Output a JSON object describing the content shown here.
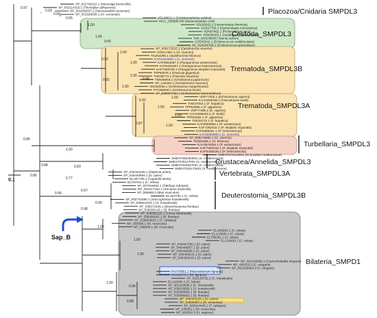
{
  "groups": {
    "placozoa": "Placozoa/Cnidaria SMPDL3",
    "cestoda": "Cestoda_SMPDL3",
    "trematoda_b": "Trematoda_SMPDL3B",
    "trematoda_a": "Trematoda_SMPDL3A",
    "turbellaria": "Turbellaria_SMPDL3",
    "crustacea": "Crustacea/Annelida_SMPDL3",
    "vertebrata": "Vertebrata_SMPDL3A",
    "deuterostomia": "Deuterostomia_SMPDL3B",
    "bilateria": "Bilateria_SMPD1"
  },
  "scale_label": "0.1",
  "sap_b_label": "Sap_B",
  "colors": {
    "cestoda_box": "#cfe8c8",
    "trematoda_b_box": "#fbe4b2",
    "trematoda_a_box": "#fbe4b2",
    "turbellaria_box": "#f6d2c6",
    "bilateria_box": "#c8c8c8",
    "highlight_blue": "#1a3fd6",
    "highlight_orange": "#f2c23a",
    "arrow": "#1a4fd6"
  },
  "bootstraps": [
    "0.97",
    "0.93",
    "0.99",
    "0.95",
    "0.65",
    "1.00",
    "1.00",
    "0.92",
    "1.00",
    "1.00",
    "0.92",
    "1.00",
    "1.00",
    "0.98",
    "0.92",
    "1.00",
    "1.00",
    "1.00",
    "1.00",
    "0.87",
    "0.85",
    "1.00",
    "0.88",
    "0.83",
    "0.86",
    "0.77",
    "0.99",
    "0.97",
    "0.99",
    "0.98",
    "1.00",
    "1.00",
    "1.00",
    "1.00",
    "0.96",
    "0.88"
  ],
  "leaves": [
    {
      "t": "XP_001748110.1 (Monosiga brevicollis)"
    },
    {
      "t": "XP_002114316.1 (Trichoplax adhaerens)"
    },
    {
      "t": "XP_001638037.2 (Nematostella vectensis)"
    },
    {
      "t": "XP_001638056.1 (N. vectensis)"
    },
    {
      "t": "VDL98611.1 (Schistocephalus solidus)"
    },
    {
      "t": "MCU_006898-RB (Mesocestoides corti)"
    },
    {
      "t": "VDL85923.1 (Hymenolepis diminuta)"
    },
    {
      "t": "CDS27760.1 (Hymenolepis microstoma)"
    },
    {
      "t": "VDN07462.1 (Rodentolepis nana)"
    },
    {
      "t": "VDM38429.1 (Hydatigera taeniaeformis)"
    },
    {
      "t": "TsM_000238500 (Taenia solium)"
    },
    {
      "t": "CDS43342.1 (Echinococcus multilocularis)"
    },
    {
      "t": "XP_024345709.1 (Echinococcus granulosus)"
    },
    {
      "t": "XP_009172515.1 (Opisthorchis viverrini)"
    },
    {
      "t": "OON17967.1 (O. viverrini)"
    },
    {
      "t": "TGZ64285.1 (Opisthorchis felineus)"
    },
    {
      "t": "KAG5454866.1 (C. sinensis)",
      "hl": "blue"
    },
    {
      "t": "KAF8564287.1 (Paragonimus westermani)"
    },
    {
      "t": "KAF5401907.1 (Paragonimus heterotremus)"
    },
    {
      "t": "KAF7256728.1 (Paragonimus skrjabini miyazakii)"
    },
    {
      "t": "TPP60075.1 (Fasciola gigantica)"
    },
    {
      "t": "THD28774.1 (Fasciola hepatica)"
    },
    {
      "t": "TNN05893.1 (Schistosoma japonicum)"
    },
    {
      "t": "XP_133330.1 (Schistosoma mansoni)"
    },
    {
      "t": "VDO62846.1 (Schistosoma margrebowiei)"
    },
    {
      "t": "RTG86848.1 (Schistosoma bovis)"
    },
    {
      "t": "XP_035587160.1 (Schistosoma haematobium)"
    },
    {
      "t": "VDP77202.1 (Echinostoma caproni)"
    },
    {
      "t": "KAA0194030.1 (Fasciolopsis buski)"
    },
    {
      "t": "THD27052.1 (F. hepatica)"
    },
    {
      "t": "TPP64995.1 (F. gigantica)"
    },
    {
      "t": "VDP77485.1 (E. caproni)"
    },
    {
      "t": "KAA0186202.1 (F. buski)"
    },
    {
      "t": "TPP63484.1 (F. gigantica)"
    },
    {
      "t": "THD23712.1 (F. hepatica)"
    },
    {
      "t": "KAF8565984.1 (P. westermani)"
    },
    {
      "t": "KAF7262442.1 (P. skrjabini miyazakii)"
    },
    {
      "t": "KAF5396281.1 (P. heterotremus)"
    },
    {
      "t": "KAG5455085.1 (C. sinensis)",
      "hl": "blue"
    },
    {
      "t": "XP_009175905.1 (O. viverrini)"
    },
    {
      "t": "TGZ64465.1 (O. felineus)"
    },
    {
      "t": "KAA3676284.1 (P. westermani)"
    },
    {
      "t": "KAF7262443.1 (P. skrjabini miyazakii)"
    },
    {
      "t": "KAF5406229.1 (P. heterotremus)"
    },
    {
      "t": "SMEST073113001 (Schmidtea mediterranea)"
    },
    {
      "t": "SMEST055453001 (S. mediterranea)"
    },
    {
      "t": "SMEST078127001 (S. mediterranea)"
    },
    {
      "t": "SMEST024647001 (S. mediterranea)"
    },
    {
      "t": "SMEST015170001 (S. mediterranea)"
    },
    {
      "t": "XP_046441645.1 (Daphnia pulex)"
    },
    {
      "t": "XP_046440894.1 (D. pulex)"
    },
    {
      "t": "ELU07706.1 (Capitella teleta)"
    },
    {
      "t": "ELT97011.1 (C. teleta)"
    },
    {
      "t": "XP_007916462.1 (Takifugu rubripes)"
    },
    {
      "t": "NP_001017162.1 (Xenopus tropicalis)"
    },
    {
      "t": "XP_065586.3 (Mus musculus)"
    },
    {
      "t": "ELU04704.1 (C. teleta)"
    },
    {
      "t": "XP_002733390.1 (Saccoglossus kowalevskii)"
    },
    {
      "t": "XP_006821022.1 (S. kowalevskii)"
    },
    {
      "t": "XP_035671849.1 (Branchiostoma floridae)"
    },
    {
      "t": "XP_035696145.1 (B. floridae)"
    },
    {
      "t": "XP_009850125.1 (Ciona intestinalis)"
    },
    {
      "t": "XP_035606002.1 (B. floridae)"
    },
    {
      "t": "XP_029604923.1 (T. rubripes)"
    },
    {
      "t": "NP_055099.1 (M. musculus)"
    },
    {
      "t": "NP_598849.1 (M. musculus)"
    },
    {
      "t": "ELU05863.1 (C. teleta)"
    },
    {
      "t": "ELU13605.1 (C. teleta)"
    },
    {
      "t": "ELT98291.1 (C. teleta)"
    },
    {
      "t": "ELU16409.1 (C. teleta)"
    },
    {
      "t": "XP_046447290.1 (D. pulex)"
    },
    {
      "t": "XP_046446657.1 (D. pulex)"
    },
    {
      "t": "XP_046446658.1 (D. pulex)"
    },
    {
      "t": "XP_046456242.1 (D. pulex)"
    },
    {
      "t": "XP_046456248.1 (D. pulex)"
    },
    {
      "t": "NP_001040996.1 (Caenorhabditis elegans)"
    },
    {
      "t": "NP_495415.2 (C. elegans)"
    },
    {
      "t": "NP_001255684.2 (C. elegans)"
    },
    {
      "t": "PAA76951.1 (Macrostomum lignano)",
      "hl": "box"
    },
    {
      "t": "PAA53479.1 (M. lignano)",
      "hl": "box"
    },
    {
      "t": "XP_002130732.2 (C. intestinalis)"
    },
    {
      "t": "ELU10494.1 (C. teleta)"
    },
    {
      "t": "XP_002119638.2 (C. intestinalis)"
    },
    {
      "t": "XP_035818658.1 (S. kowalevskii)"
    },
    {
      "t": "XP_035688958.1 (B. floridae)"
    },
    {
      "t": "XP_035688963.1 (B. floridae)"
    },
    {
      "t": "XP_046444125.1 (D. pulex)"
    },
    {
      "t": "XP_04500907.1 (N. vectensis)",
      "hl": "orange"
    },
    {
      "t": "XP_005914443.1 (T. rubripes)"
    },
    {
      "t": "NP_035551.1 (M. musculus)"
    },
    {
      "t": "NP_000534.3 (H. sapiens)"
    }
  ]
}
